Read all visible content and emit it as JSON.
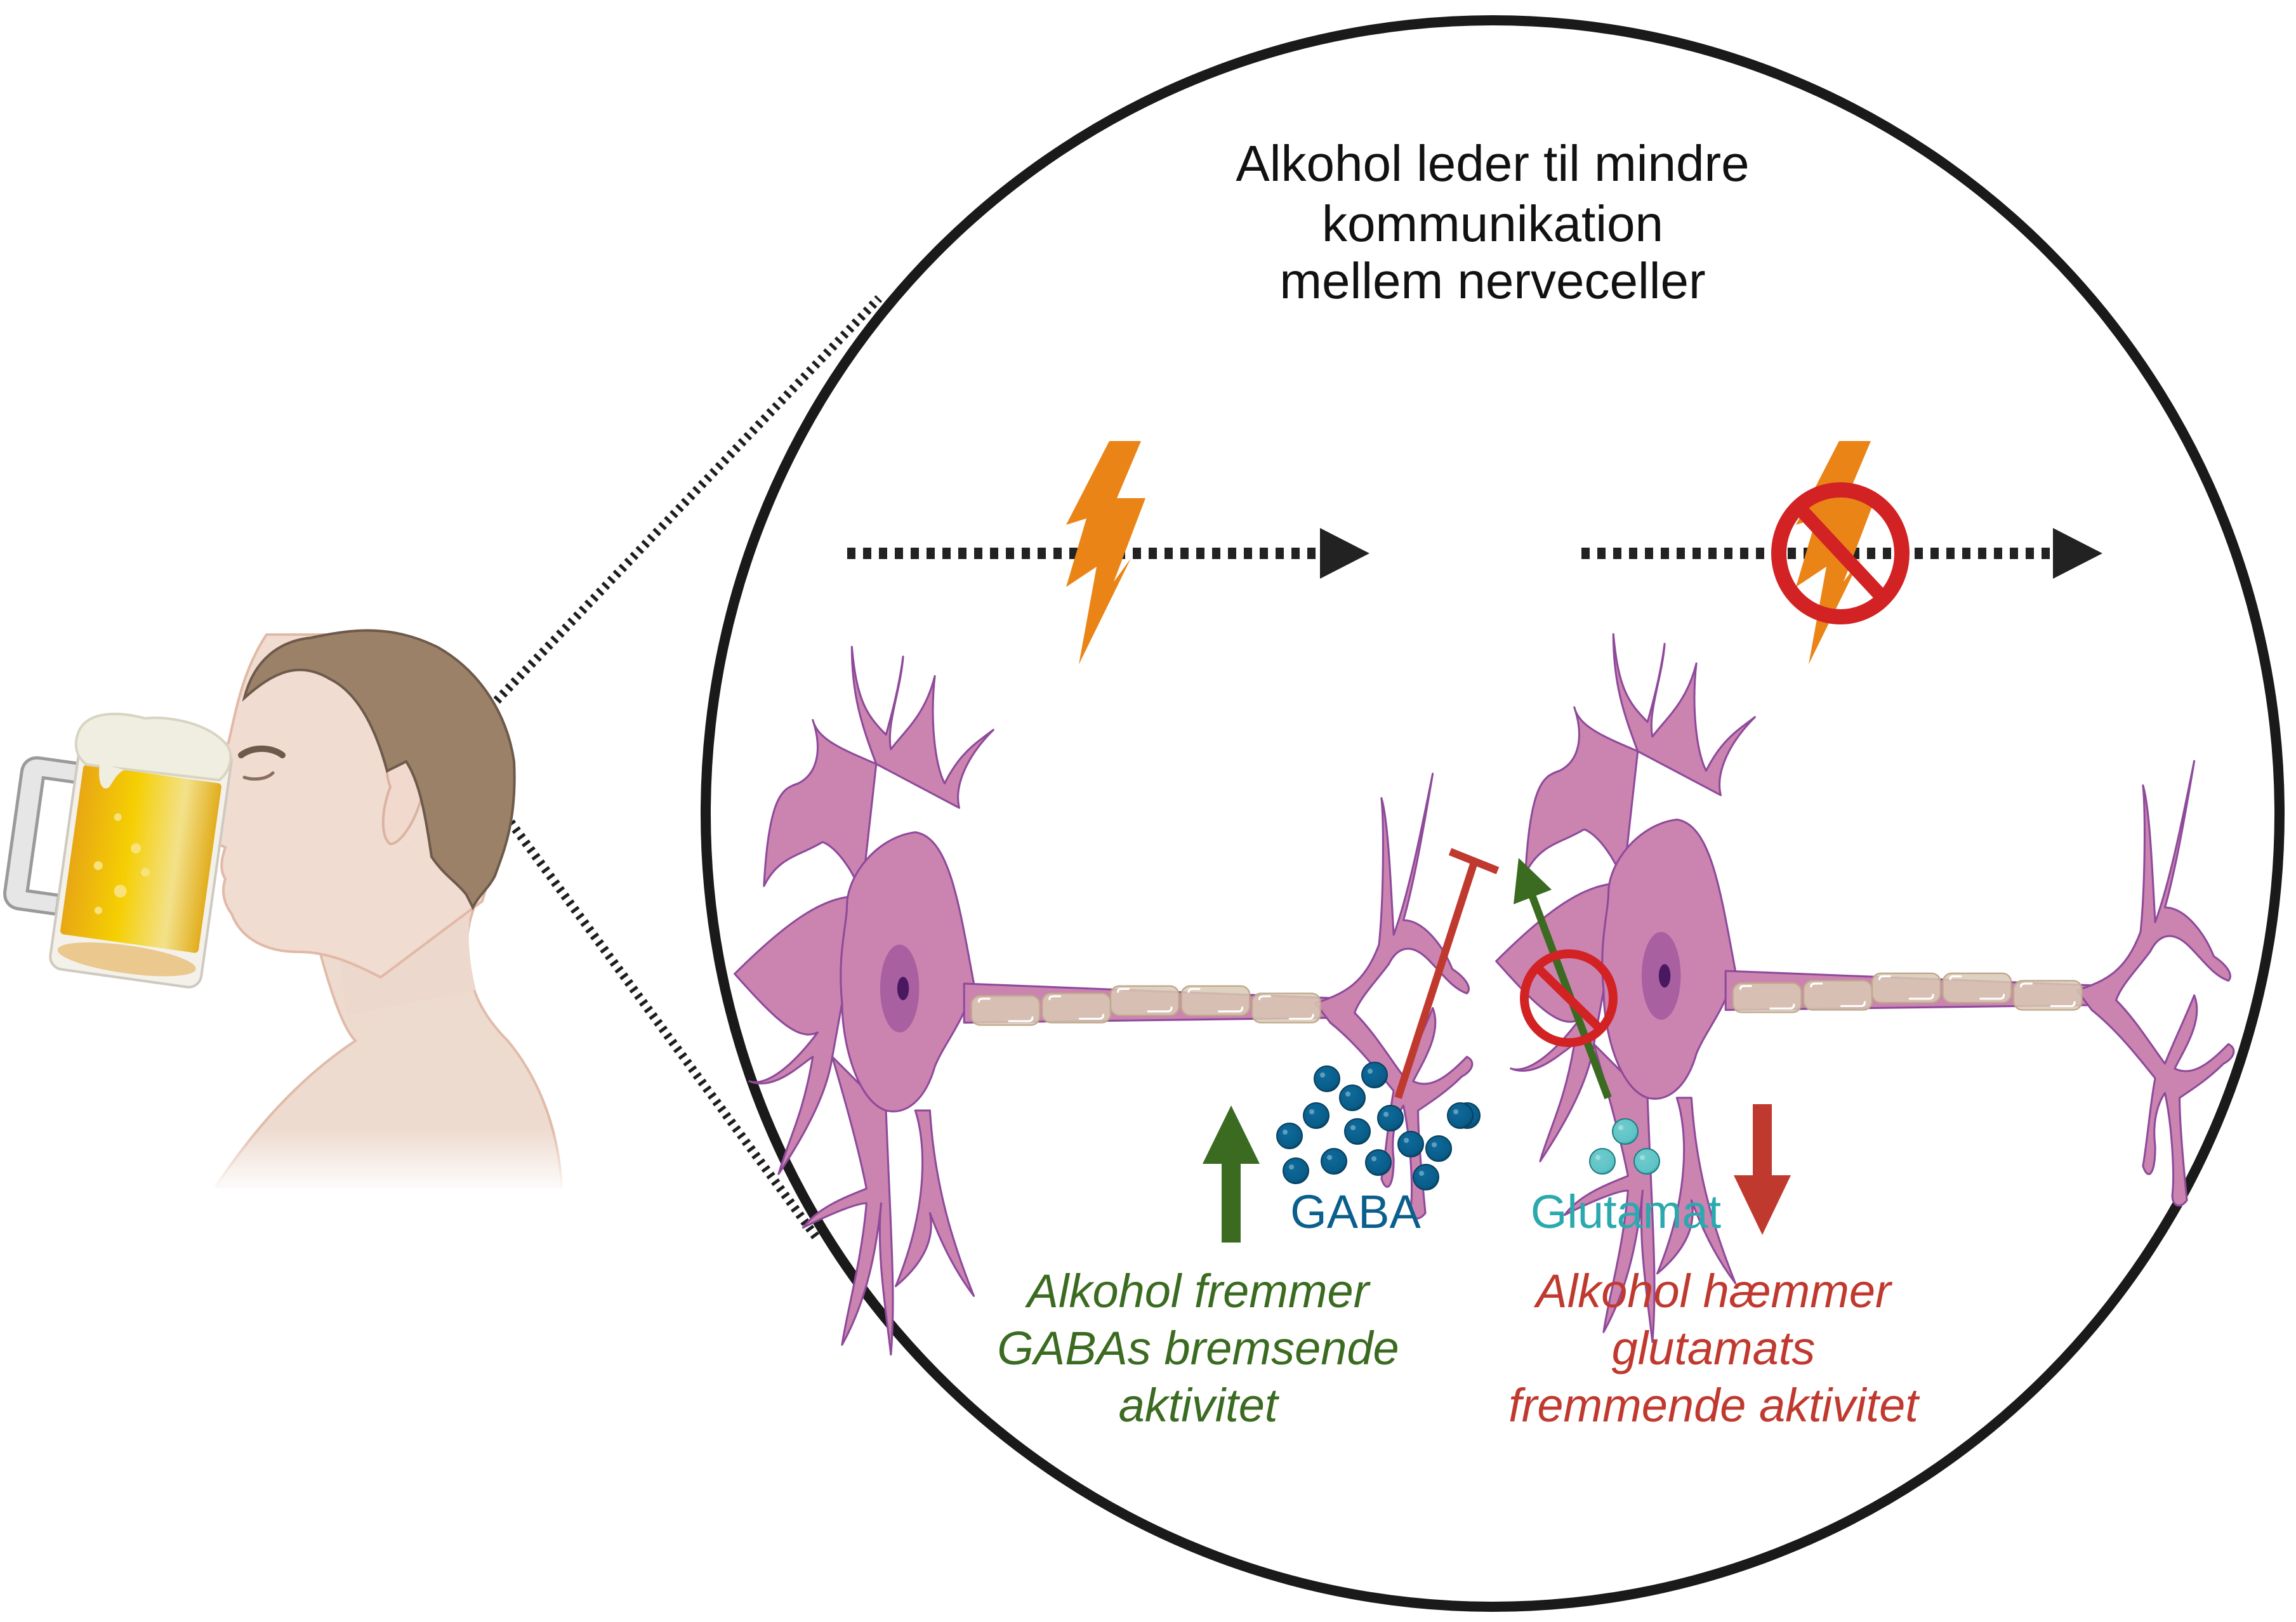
{
  "title": {
    "lines": [
      "Alkohol leder til mindre",
      "kommunikation",
      "mellem nerveceller"
    ]
  },
  "labels": {
    "gaba": "GABA",
    "glutamat": "Glutamat"
  },
  "captions": {
    "gaba_effect": {
      "lines": [
        "Alkohol fremmer",
        "GABAs bremsende",
        "aktivitet"
      ],
      "direction": "up"
    },
    "glutamat_effect": {
      "lines": [
        "Alkohol hæmmer",
        "glutamats",
        "fremmende aktivitet"
      ],
      "direction": "down"
    }
  },
  "signals": [
    {
      "name": "signal-neuron-1",
      "icon": "lightning-bolt-icon",
      "blocked": false
    },
    {
      "name": "signal-neuron-2",
      "icon": "lightning-bolt-icon",
      "blocked": true
    }
  ],
  "neurotransmitters": {
    "gaba_vesicle_count": 15,
    "glutamat_vesicle_count": 3,
    "gaba_effect": "inhibits",
    "glutamat_effect": "excites (blocked)"
  },
  "colors": {
    "gaba": "#0a5f8c",
    "glutamat": "#2aa9ae",
    "increase": "#3a6b20",
    "decrease": "#c0392f",
    "prohibit": "#d22224",
    "lightning": "#ea8416",
    "neuron": "#cb84b0",
    "neuron_outline": "#8e4a9a",
    "title_text": "#111111"
  }
}
